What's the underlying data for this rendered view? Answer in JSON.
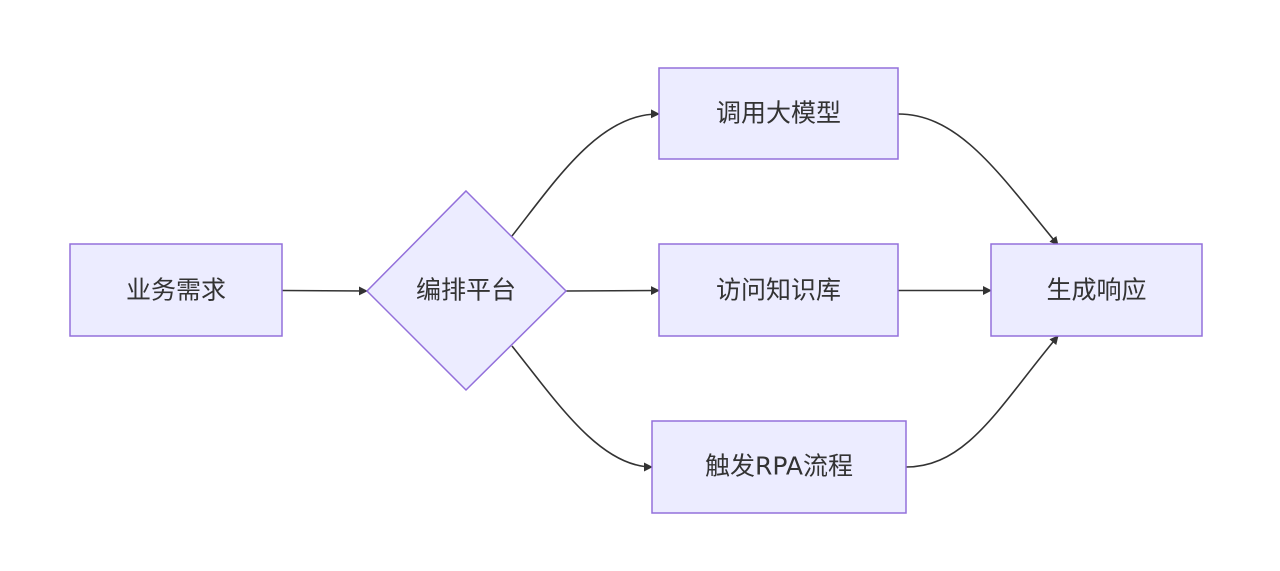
{
  "diagram": {
    "type": "flowchart",
    "direction": "left-to-right",
    "node_fill": "#ECECFF",
    "node_stroke": "#9370DB",
    "edge_color": "#333333",
    "text_color": "#333333",
    "nodes": {
      "business_need": {
        "label": "业务需求",
        "shape": "rectangle"
      },
      "orchestration": {
        "label": "编排平台",
        "shape": "diamond"
      },
      "call_llm": {
        "label": "调用大模型",
        "shape": "rectangle"
      },
      "access_kb": {
        "label": "访问知识库",
        "shape": "rectangle"
      },
      "trigger_rpa": {
        "label": "触发RPA流程",
        "shape": "rectangle"
      },
      "generate_response": {
        "label": "生成响应",
        "shape": "rectangle"
      }
    },
    "edges": [
      {
        "from": "业务需求",
        "to": "编排平台"
      },
      {
        "from": "编排平台",
        "to": "调用大模型"
      },
      {
        "from": "编排平台",
        "to": "访问知识库"
      },
      {
        "from": "编排平台",
        "to": "触发RPA流程"
      },
      {
        "from": "调用大模型",
        "to": "生成响应"
      },
      {
        "from": "访问知识库",
        "to": "生成响应"
      },
      {
        "from": "触发RPA流程",
        "to": "生成响应"
      }
    ]
  }
}
